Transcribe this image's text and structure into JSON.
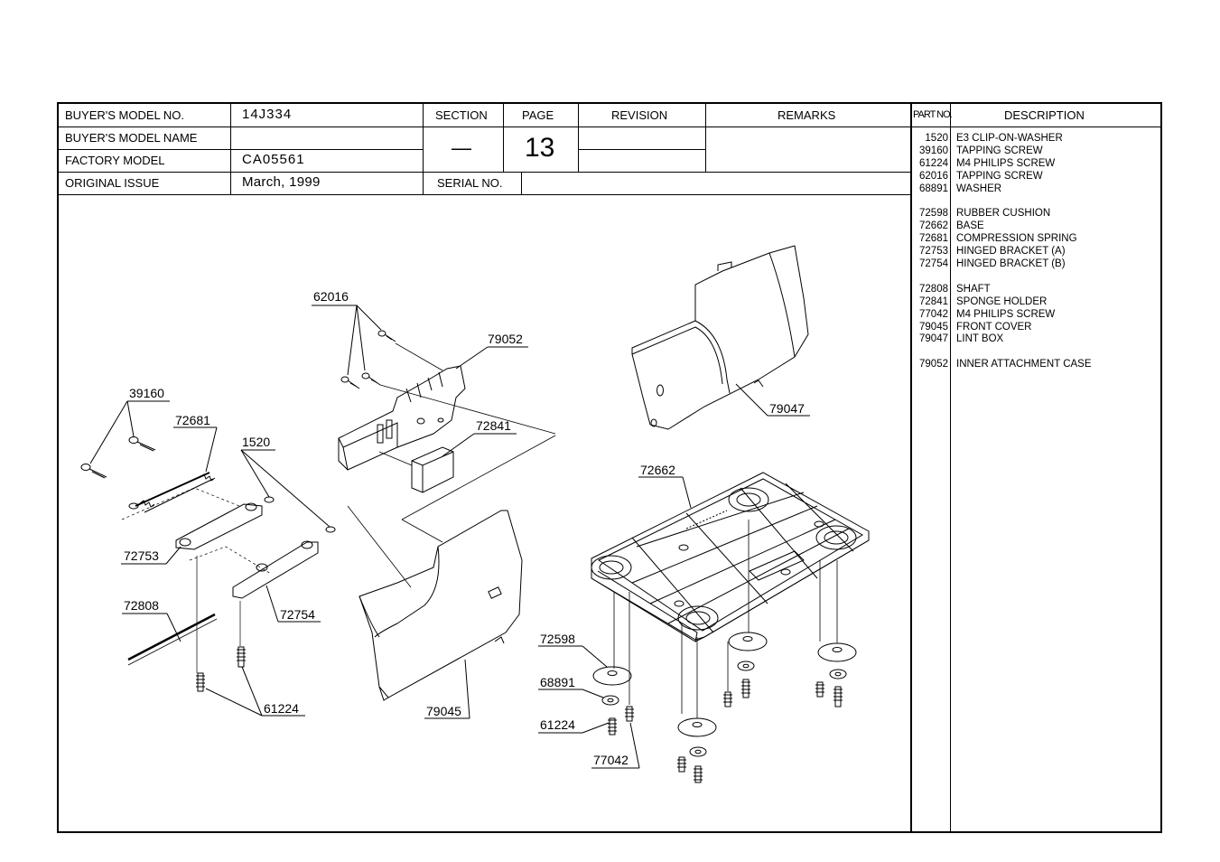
{
  "header": {
    "buyers_model_no_label": "BUYER'S  MODEL  NO.",
    "buyers_model_no_value": "14J334",
    "buyers_model_name_label": "BUYER'S  MODEL  NAME",
    "buyers_model_name_value": "",
    "factory_model_label": "FACTORY  MODEL",
    "factory_model_value": "CA05561",
    "original_issue_label": "ORIGINAL ISSUE",
    "original_issue_value": "March,  1999",
    "section_label": "SECTION",
    "section_value": "—",
    "page_label": "PAGE",
    "page_value": "13",
    "revision_label": "REVISION",
    "remarks_label": "REMARKS",
    "serial_no_label": "SERIAL NO.",
    "part_no_label": "PART NO.",
    "description_label": "DESCRIPTION"
  },
  "parts_groups": [
    [
      {
        "no": "1520",
        "desc": "E3 CLIP-ON-WASHER"
      },
      {
        "no": "39160",
        "desc": "TAPPING SCREW"
      },
      {
        "no": "61224",
        "desc": "M4 PHILIPS SCREW"
      },
      {
        "no": "62016",
        "desc": "TAPPING SCREW"
      },
      {
        "no": "68891",
        "desc": "WASHER"
      }
    ],
    [
      {
        "no": "72598",
        "desc": "RUBBER CUSHION"
      },
      {
        "no": "72662",
        "desc": "BASE"
      },
      {
        "no": "72681",
        "desc": "COMPRESSION SPRING"
      },
      {
        "no": "72753",
        "desc": "HINGED BRACKET (A)"
      },
      {
        "no": "72754",
        "desc": "HINGED BRACKET (B)"
      }
    ],
    [
      {
        "no": "72808",
        "desc": "SHAFT"
      },
      {
        "no": "72841",
        "desc": "SPONGE HOLDER"
      },
      {
        "no": "77042",
        "desc": "M4 PHILIPS SCREW"
      },
      {
        "no": "79045",
        "desc": "FRONT COVER"
      },
      {
        "no": "79047",
        "desc": "LINT BOX"
      }
    ],
    [
      {
        "no": "79052",
        "desc": "INNER ATTACHMENT CASE"
      }
    ]
  ],
  "callouts": {
    "c62016": "62016",
    "c79052": "79052",
    "c39160": "39160",
    "c72681": "72681",
    "c1520": "1520",
    "c72841": "72841",
    "c72753": "72753",
    "c72808": "72808",
    "c72754": "72754",
    "c61224a": "61224",
    "c79045": "79045",
    "c79047": "79047",
    "c72662": "72662",
    "c72598": "72598",
    "c68891": "68891",
    "c61224b": "61224",
    "c77042": "77042"
  }
}
